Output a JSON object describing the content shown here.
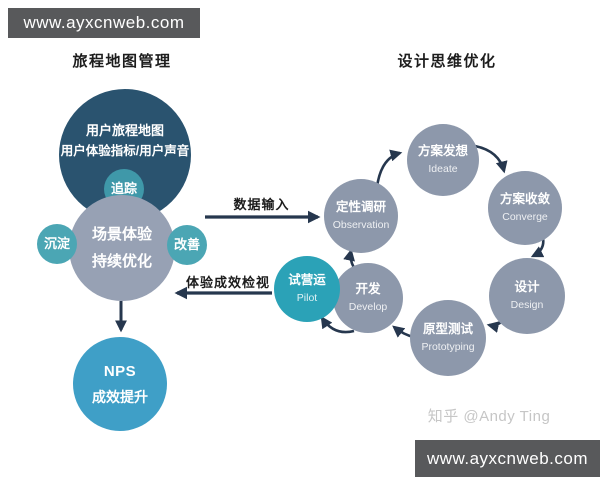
{
  "banners": {
    "top": "www.ayxcnweb.com",
    "bottom": "www.ayxcnweb.com"
  },
  "watermark": "知乎 @Andy Ting",
  "left_section": {
    "title": "旅程地图管理",
    "journey_circle": {
      "line1": "用户旅程地图",
      "line2": "用户体验指标/用户声音"
    },
    "tracking_label": "追踪",
    "scene_circle": {
      "line1": "场景体验",
      "line2": "持续优化"
    },
    "deposit_label": "沉淀",
    "improve_label": "改善",
    "nps_circle": {
      "line1": "NPS",
      "line2": "成效提升"
    }
  },
  "right_section": {
    "title": "设计思维优化",
    "nodes": [
      {
        "zh": "定性调研",
        "en": "Observation"
      },
      {
        "zh": "方案发想",
        "en": "Ideate"
      },
      {
        "zh": "方案收敛",
        "en": "Converge"
      },
      {
        "zh": "设计",
        "en": "Design"
      },
      {
        "zh": "原型测试",
        "en": "Prototyping"
      },
      {
        "zh": "开发",
        "en": "Develop"
      },
      {
        "zh": "试营运",
        "en": "Pilot"
      }
    ]
  },
  "connectors": {
    "data_input_label": "数据输入",
    "review_label": "体验成效检视"
  },
  "colors": {
    "journey_circle": "#2a536f",
    "scene_circle": "#97a1b4",
    "small_teal": "#4ba6b4",
    "tracking_teal": "#3f98a9",
    "nps_blue": "#3f9fc7",
    "cycle_gray": "#8d98ab",
    "pilot_teal": "#2ba2b7",
    "arrow": "#26374e",
    "banner_bg": "#58595b"
  }
}
